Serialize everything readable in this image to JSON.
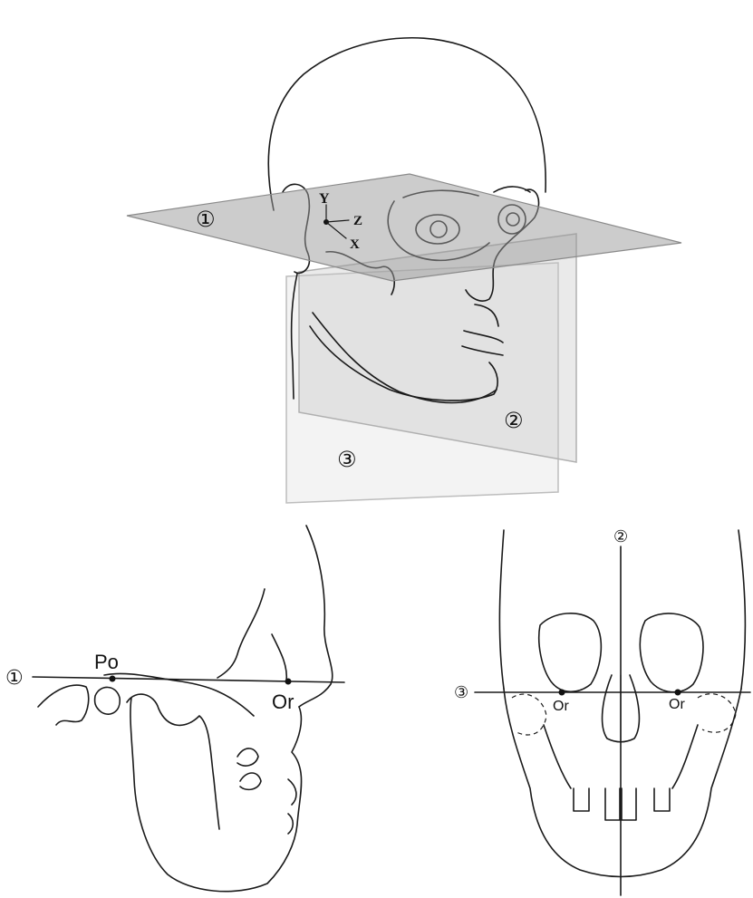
{
  "head_panel": {
    "axis_labels": {
      "y": "Y",
      "z": "Z",
      "x": "X"
    },
    "plane_labels": {
      "horizontal": "①",
      "midsagittal": "②",
      "frontal": "③"
    }
  },
  "lateral_panel": {
    "plane_label": "①",
    "landmarks": {
      "porion": "Po",
      "orbitale": "Or"
    }
  },
  "frontal_panel": {
    "midline_label": "②",
    "horizontal_label": "③",
    "landmarks": {
      "orbitale_right": "Or",
      "orbitale_left": "Or"
    }
  },
  "colors": {
    "plane_fill": "#9a9a9a",
    "line": "#1a1a1a"
  }
}
